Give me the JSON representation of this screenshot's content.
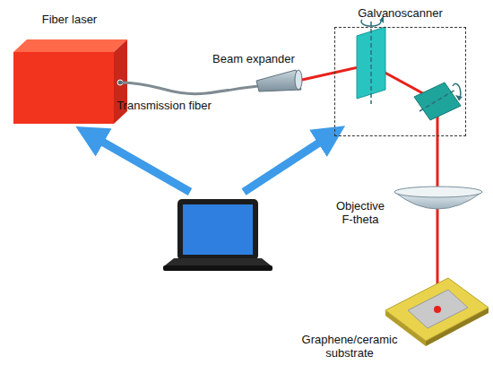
{
  "diagram": {
    "nodes": [
      {
        "text": [
          "Fiber laser"
        ]
      },
      {
        "text": [
          "Galvanoscanner"
        ]
      }
    ],
    "labels": [
      "Transmission fiber",
      "Beam expander",
      "Objective F-theta",
      "Graphene/ceramic substrate"
    ]
  }
}
